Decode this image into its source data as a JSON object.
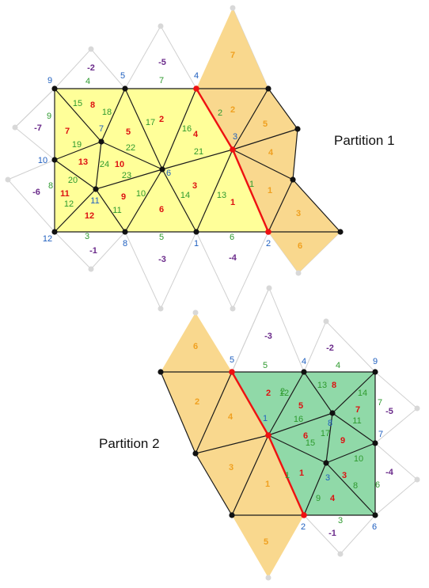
{
  "partitions": [
    {
      "title": "Partition 1",
      "vertex_labels": [
        "1",
        "2",
        "3",
        "4",
        "5",
        "6",
        "7",
        "8",
        "9",
        "10",
        "11",
        "12"
      ],
      "edge_labels": [
        "1",
        "2",
        "3",
        "4",
        "5",
        "6",
        "7",
        "8",
        "9",
        "10",
        "11",
        "12",
        "13",
        "14",
        "15",
        "16",
        "17",
        "18",
        "19",
        "20",
        "21",
        "22",
        "23",
        "24"
      ],
      "triangle_labels": [
        "1",
        "2",
        "3",
        "4",
        "5",
        "6",
        "7",
        "8",
        "9",
        "10",
        "11",
        "12",
        "13"
      ],
      "ghost_triangle_labels": [
        "1",
        "2",
        "3",
        "4",
        "5",
        "6",
        "7"
      ],
      "ghost_labels": [
        "-1",
        "-2",
        "-3",
        "-4",
        "-5",
        "-6",
        "-7"
      ]
    },
    {
      "title": "Partition 2",
      "vertex_labels": [
        "1",
        "2",
        "3",
        "4",
        "5",
        "6",
        "7",
        "8",
        "9"
      ],
      "edge_labels": [
        "1",
        "2",
        "3",
        "4",
        "5",
        "6",
        "7",
        "8",
        "9",
        "10",
        "11",
        "12",
        "13",
        "14",
        "15",
        "16",
        "17"
      ],
      "triangle_labels": [
        "1",
        "2",
        "3",
        "4",
        "5",
        "6",
        "7",
        "8",
        "9"
      ],
      "ghost_triangle_labels": [
        "1",
        "2",
        "3",
        "4",
        "5",
        "6"
      ],
      "ghost_labels": [
        "-1",
        "-2",
        "-3",
        "-4",
        "-5"
      ]
    }
  ],
  "colors": {
    "partition1_fill": "#ffff99",
    "partition2_fill": "#90d9a8",
    "ghost_fill": "#f9d88e",
    "outline_gray": "#d0d0d0",
    "interface_edge": "#ee1111",
    "vertex_label": "#1f5fbf",
    "edge_label": "#2e9a2e",
    "triangle_label": "#dd1111",
    "ghost_triangle_label": "#f0a020",
    "ghost_label": "#6a2a8a"
  }
}
